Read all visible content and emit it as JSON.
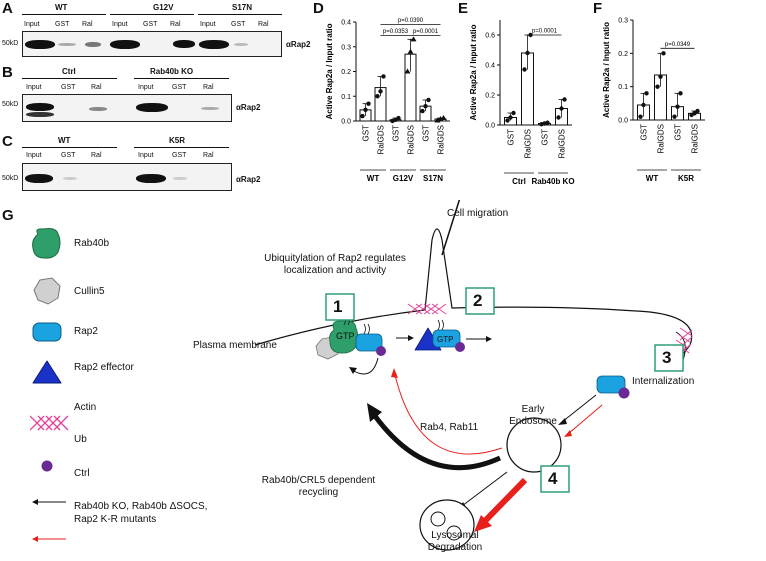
{
  "panelA": {
    "letter": "A",
    "groups": [
      "WT",
      "G12V",
      "S17N"
    ],
    "lanes": [
      "Input",
      "GST",
      "Ral",
      "Input",
      "GST",
      "Ral",
      "Input",
      "GST",
      "Ral"
    ],
    "marker": "50kD",
    "antibody": "αRap2"
  },
  "panelB": {
    "letter": "B",
    "groups": [
      "Ctrl",
      "Rab40b KO"
    ],
    "lanes": [
      "Input",
      "GST",
      "Ral",
      "Input",
      "GST",
      "Ral"
    ],
    "marker": "50kD",
    "antibody": "αRap2"
  },
  "panelC": {
    "letter": "C",
    "groups": [
      "WT",
      "K5R"
    ],
    "lanes": [
      "Input",
      "GST",
      "Ral",
      "Input",
      "GST",
      "Ral"
    ],
    "marker": "50kD",
    "antibody": "αRap2"
  },
  "chart_data": [
    {
      "letter": "D",
      "type": "bar",
      "ylabel": "Active Rap2a / Input ratio",
      "ylim": [
        0,
        0.4
      ],
      "yticks": [
        "0.0",
        "0.1",
        "0.2",
        "0.3",
        "0.4"
      ],
      "categories": [
        "GST",
        "RalGDS",
        "GST",
        "RalGDS",
        "GST",
        "RalGDS"
      ],
      "groups": [
        "WT",
        "G12V",
        "S17N"
      ],
      "values": [
        0.045,
        0.135,
        0.005,
        0.27,
        0.06,
        0.008
      ],
      "points": [
        [
          0.02,
          0.045,
          0.07
        ],
        [
          0.1,
          0.12,
          0.18
        ],
        [
          0.0,
          0.005,
          0.012
        ],
        [
          0.2,
          0.28,
          0.33
        ],
        [
          0.04,
          0.06,
          0.085
        ],
        [
          0.002,
          0.008,
          0.012
        ]
      ],
      "pvalues": [
        "p=0.0390",
        "p=0.0353",
        "p=0.0001"
      ]
    },
    {
      "letter": "E",
      "type": "bar",
      "ylabel": "Active Rap2a / Input ratio",
      "ylim": [
        0,
        0.7
      ],
      "yticks": [
        "0.0",
        "0.2",
        "0.4",
        "0.6"
      ],
      "categories": [
        "GST",
        "RalGDS",
        "GST",
        "RalGDS"
      ],
      "groups": [
        "Ctrl",
        "Rab40b KO"
      ],
      "values": [
        0.05,
        0.48,
        0.01,
        0.11
      ],
      "points": [
        [
          0.03,
          0.05,
          0.08
        ],
        [
          0.37,
          0.48,
          0.6
        ],
        [
          0.005,
          0.01,
          0.015
        ],
        [
          0.05,
          0.11,
          0.17
        ]
      ],
      "pvalues": [
        "p=0.0001"
      ]
    },
    {
      "letter": "F",
      "type": "bar",
      "ylabel": "Active Rap2a / Input ratio",
      "ylim": [
        0,
        0.3
      ],
      "yticks": [
        "0.0",
        "0.1",
        "0.2",
        "0.3"
      ],
      "categories": [
        "GST",
        "RalGDS",
        "GST",
        "RalGDS"
      ],
      "groups": [
        "WT",
        "K5R"
      ],
      "values": [
        0.045,
        0.135,
        0.04,
        0.02
      ],
      "points": [
        [
          0.01,
          0.045,
          0.08
        ],
        [
          0.1,
          0.13,
          0.2
        ],
        [
          0.01,
          0.04,
          0.08
        ],
        [
          0.015,
          0.02,
          0.027
        ]
      ],
      "pvalues": [
        "p=0.0349"
      ]
    }
  ],
  "panelG": {
    "letter": "G",
    "legend": [
      "Rab40b",
      "Cullin5",
      "Rap2",
      "Rap2 effector",
      "Actin",
      "Ub",
      "Ctrl",
      "Rab40b KO, Rab40b ΔSOCS,\nRap2 K-R mutants"
    ],
    "step1": "1",
    "step2": "2",
    "step3": "3",
    "step4": "4",
    "cell_migration": "Cell migration",
    "ubiquitylation": "Ubiquitylation of Rap2 regulates\nlocalization and activity",
    "plasma_membrane": "Plasma membrane",
    "internalization": "Internalization",
    "early_endosome": "Early\nEndosome",
    "rab4": "Rab4, Rab11",
    "recycling": "Rab40b/CRL5 dependent\nrecycling",
    "lysosomal": "Lysosomal\nDegradation",
    "gtp": "GTP",
    "colors": {
      "rab40b": "#2e9e6a",
      "cullin": "#cccccc",
      "rap2": "#1aa3e0",
      "effector": "#1a32c8",
      "actin": "#e0439b",
      "ub": "#6a2a96",
      "red": "#e8201c",
      "teal": "#2e9e78"
    }
  }
}
